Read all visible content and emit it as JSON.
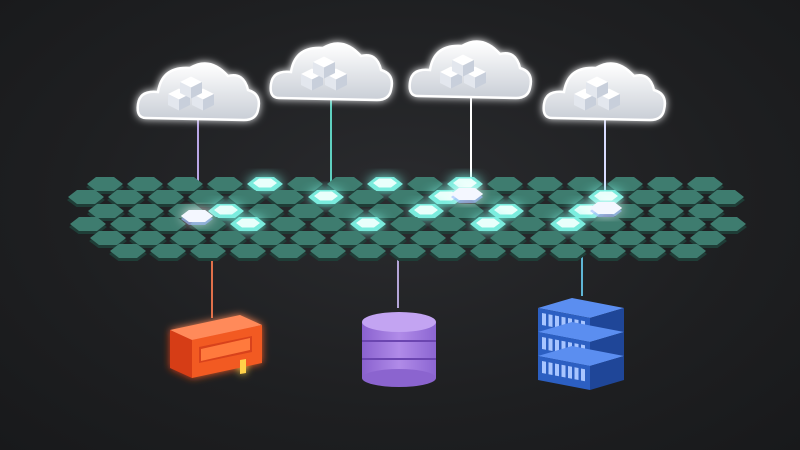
{
  "colors": {
    "background": "#1f2022",
    "hex_tile": "#3e7c6f",
    "hex_tile_glow": "#7ff5e6",
    "cloud": "#eef1f4",
    "link_cloud_1": "#b9a6e6",
    "link_cloud_2": "#5fd0c0",
    "link_cloud_3": "#ffffff",
    "link_cloud_4": "#d8dcff",
    "container": "#e84a1e",
    "database": "#a37be0",
    "server": "#3a6fd2",
    "link_container": "#e0704a",
    "link_database": "#b4a5d8",
    "link_server": "#5fb6d6"
  },
  "nodes": {
    "clouds": [
      {
        "name": "cloud-1",
        "icon": "cloud-icon",
        "content_icon": "cubes-icon"
      },
      {
        "name": "cloud-2",
        "icon": "cloud-icon",
        "content_icon": "cubes-icon"
      },
      {
        "name": "cloud-3",
        "icon": "cloud-icon",
        "content_icon": "cubes-icon"
      },
      {
        "name": "cloud-4",
        "icon": "cloud-icon",
        "content_icon": "cubes-icon"
      }
    ],
    "container": {
      "icon": "container-icon"
    },
    "database": {
      "icon": "database-icon"
    },
    "server": {
      "icon": "server-rack-icon"
    }
  }
}
